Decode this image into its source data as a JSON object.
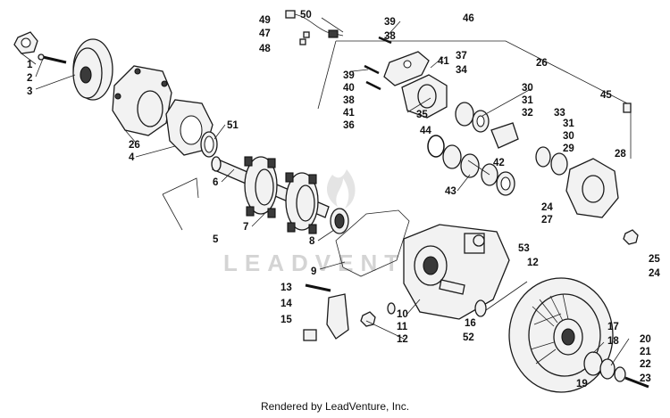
{
  "diagram": {
    "watermark_text": "LEADVENTURE",
    "credit": "Rendered by LeadVenture, Inc.",
    "callouts": [
      {
        "label": "1"
      },
      {
        "label": "2"
      },
      {
        "label": "3"
      },
      {
        "label": "26"
      },
      {
        "label": "4"
      },
      {
        "label": "51"
      },
      {
        "label": "6"
      },
      {
        "label": "5"
      },
      {
        "label": "7"
      },
      {
        "label": "8"
      },
      {
        "label": "9"
      },
      {
        "label": "49"
      },
      {
        "label": "47"
      },
      {
        "label": "48"
      },
      {
        "label": "50"
      },
      {
        "label": "39"
      },
      {
        "label": "38"
      },
      {
        "label": "46"
      },
      {
        "label": "37"
      },
      {
        "label": "34"
      },
      {
        "label": "26"
      },
      {
        "label": "41"
      },
      {
        "label": "39"
      },
      {
        "label": "40"
      },
      {
        "label": "38"
      },
      {
        "label": "41"
      },
      {
        "label": "36"
      },
      {
        "label": "35"
      },
      {
        "label": "30"
      },
      {
        "label": "31"
      },
      {
        "label": "32"
      },
      {
        "label": "33"
      },
      {
        "label": "44"
      },
      {
        "label": "45"
      },
      {
        "label": "31"
      },
      {
        "label": "30"
      },
      {
        "label": "29"
      },
      {
        "label": "42"
      },
      {
        "label": "43"
      },
      {
        "label": "28"
      },
      {
        "label": "24"
      },
      {
        "label": "27"
      },
      {
        "label": "25"
      },
      {
        "label": "24"
      },
      {
        "label": "53"
      },
      {
        "label": "12"
      },
      {
        "label": "13"
      },
      {
        "label": "14"
      },
      {
        "label": "15"
      },
      {
        "label": "10"
      },
      {
        "label": "11"
      },
      {
        "label": "12"
      },
      {
        "label": "16"
      },
      {
        "label": "52"
      },
      {
        "label": "17"
      },
      {
        "label": "18"
      },
      {
        "label": "19"
      },
      {
        "label": "20"
      },
      {
        "label": "21"
      },
      {
        "label": "22"
      },
      {
        "label": "23"
      }
    ]
  }
}
